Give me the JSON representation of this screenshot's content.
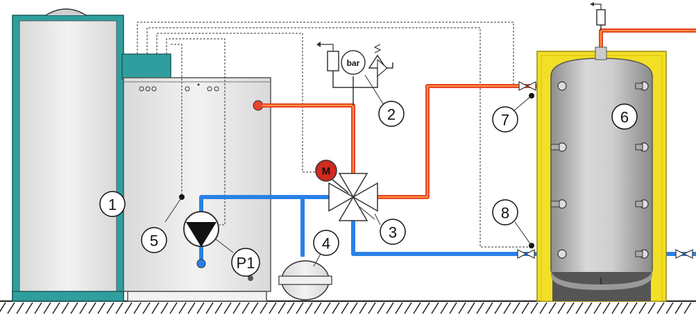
{
  "labels": {
    "boiler": "1",
    "pressure_group": "2",
    "mixing_valve": "3",
    "expansion_vessel": "4",
    "return_sensor": "5",
    "buffer_tank": "6",
    "sensor_top": "7",
    "sensor_bottom": "8",
    "pump": "P1"
  },
  "gauge_unit": "bar",
  "motor_letter": "M",
  "colors": {
    "boiler_outline": "#2f9e9e",
    "boiler_fill": "#e6e6e6",
    "flow_pipe": "#e8452a",
    "return_pipe": "#2a80e8",
    "insulation": "#f2df26",
    "tank_fill": "#b9b9b9",
    "motor": "#d22a1e"
  }
}
